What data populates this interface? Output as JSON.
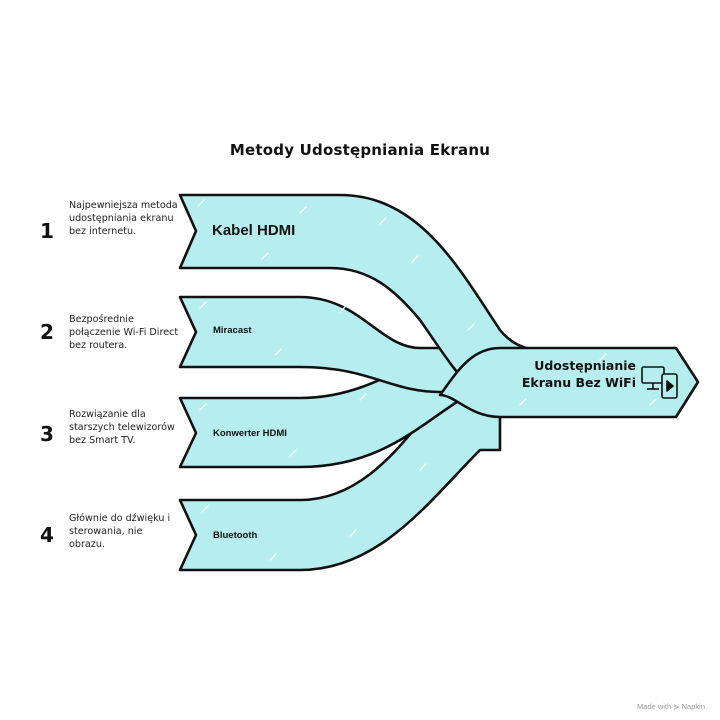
{
  "title": "Metody Udostępniania Ekranu",
  "colors": {
    "fill": "#b6eef0",
    "stroke": "#111111",
    "background": "#ffffff"
  },
  "items": [
    {
      "number": "1",
      "label": "Kabel HDMI",
      "description": "Najpewniejsza metoda udostępniania ekranu bez internetu."
    },
    {
      "number": "2",
      "label": "Miracast",
      "description": "Bezpośrednie połączenie Wi-Fi Direct bez routera."
    },
    {
      "number": "3",
      "label": "Konwerter HDMI",
      "description": "Rozwiązanie dla starszych telewizorów bez Smart TV."
    },
    {
      "number": "4",
      "label": "Bluetooth",
      "description": "Głównie do dźwięku i sterowania, nie obrazu."
    }
  ],
  "target": {
    "label": "Udostępnianie Ekranu Bez WiFi",
    "icon": "screen-share-devices-icon"
  },
  "footer": {
    "text": "Made with",
    "brand": "Napkin"
  }
}
